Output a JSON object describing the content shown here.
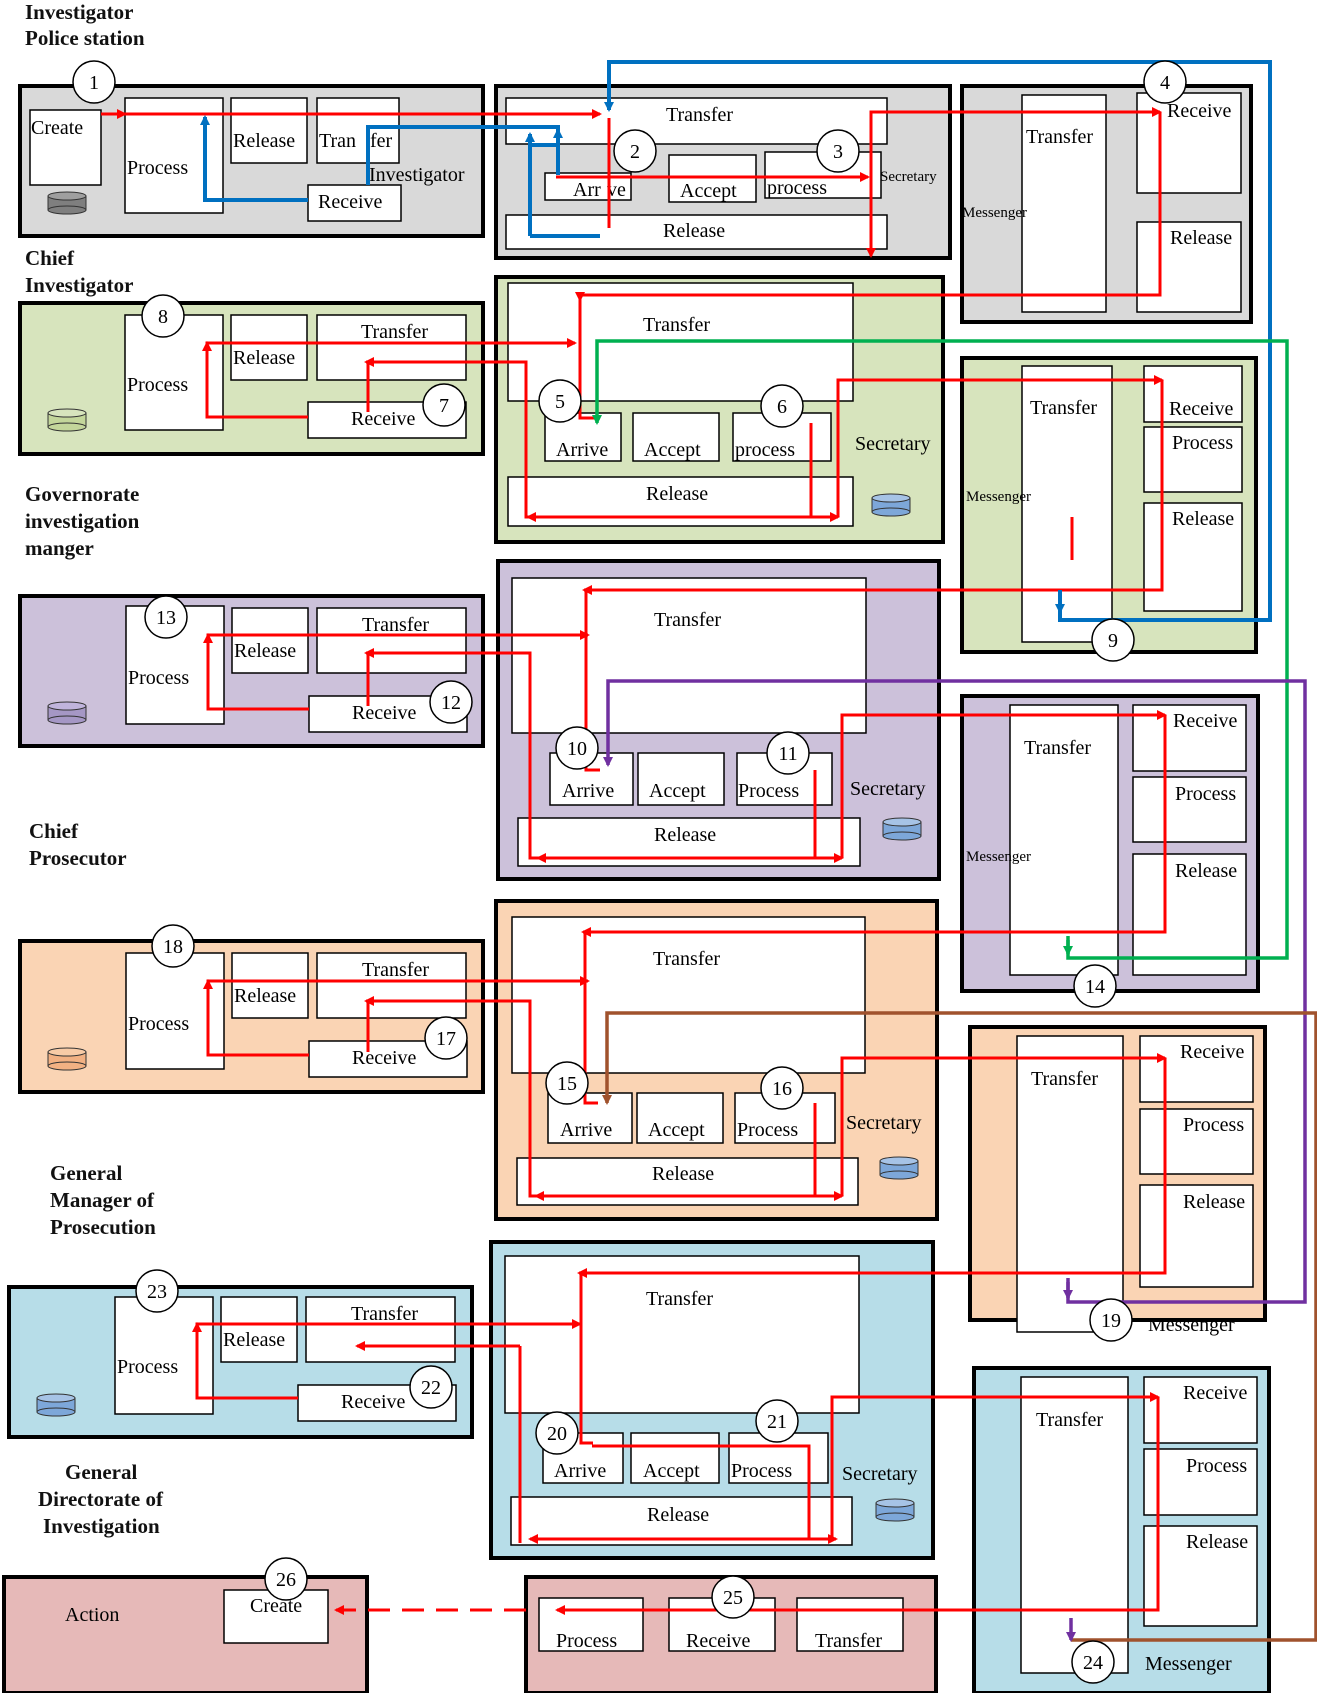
{
  "colors": {
    "investigator": "#d9d9d9",
    "chief_investigator": "#d7e4bd",
    "governorate": "#ccc1da",
    "chief_prosecutor": "#fad4b4",
    "general_manager": "#b7dde8",
    "action": "#e6b9b8",
    "red_flow": "#ff0000",
    "blue_flow": "#0070c0",
    "green_flow": "#00b050",
    "purple_flow": "#7030a0",
    "brown_flow": "#a0522d",
    "db_gray": "#7f7f7f",
    "db_green": "#c3d69b",
    "db_purple": "#a597c5",
    "db_orange": "#f2b183",
    "db_blue": "#7da7d9"
  },
  "side_labels": {
    "l1": "Investigator",
    "l2": "Police station",
    "l3": "Chief",
    "l4": "Investigator",
    "l5": "Governorate",
    "l6": "investigation",
    "l7": "manger",
    "l8": "Chief",
    "l9": "Prosecutor",
    "l10": "General",
    "l11": "Manager  of",
    "l12": "Prosecution",
    "l13": "General",
    "l14": "Directorate of",
    "l15": "Investigation"
  },
  "t": {
    "create": "Create",
    "process_cap": "Process",
    "process_low": "process",
    "release": "Release",
    "transfer": "Transfer",
    "transfer_split": "Tran",
    "transfer_split2": "fer",
    "receive": "Receive",
    "investigator": "Investigator",
    "arrive": "Arrive",
    "arrive_split": "Arr",
    "arrive_split2": "ve",
    "accept": "Accept",
    "secretary": "Secretary",
    "messenger": "Messenger",
    "action": "Action"
  },
  "step_numbers": [
    "1",
    "2",
    "3",
    "4",
    "5",
    "6",
    "7",
    "8",
    "9",
    "10",
    "11",
    "12",
    "13",
    "14",
    "15",
    "16",
    "17",
    "18",
    "19",
    "20",
    "21",
    "22",
    "23",
    "24",
    "25",
    "26"
  ]
}
